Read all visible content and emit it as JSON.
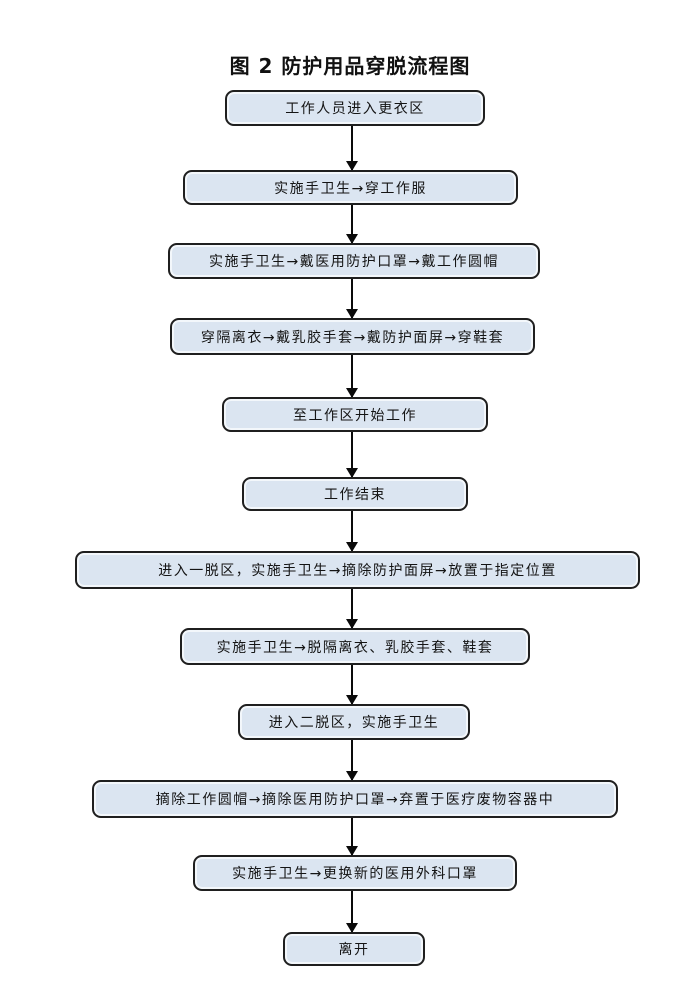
{
  "title": "图 2 防护用品穿脱流程图",
  "colors": {
    "page_background": "#ffffff",
    "box_fill": "#dbe5f1",
    "box_border": "#1f1f1f",
    "arrow": "#0a0a0a",
    "title_text": "#111111"
  },
  "flowchart": {
    "direction": "top-to-bottom",
    "connector": "arrow-down",
    "steps": [
      {
        "label": "工作人员进入更衣区"
      },
      {
        "label": "实施手卫生→穿工作服"
      },
      {
        "label": "实施手卫生→戴医用防护口罩→戴工作圆帽"
      },
      {
        "label": "穿隔离衣→戴乳胶手套→戴防护面屏→穿鞋套"
      },
      {
        "label": "至工作区开始工作"
      },
      {
        "label": "工作结束"
      },
      {
        "label": "进入一脱区，实施手卫生→摘除防护面屏→放置于指定位置"
      },
      {
        "label": "实施手卫生→脱隔离衣、乳胶手套、鞋套"
      },
      {
        "label": "进入二脱区，实施手卫生"
      },
      {
        "label": "摘除工作圆帽→摘除医用防护口罩→弃置于医疗废物容器中"
      },
      {
        "label": "实施手卫生→更换新的医用外科口罩"
      },
      {
        "label": "离开"
      }
    ]
  }
}
